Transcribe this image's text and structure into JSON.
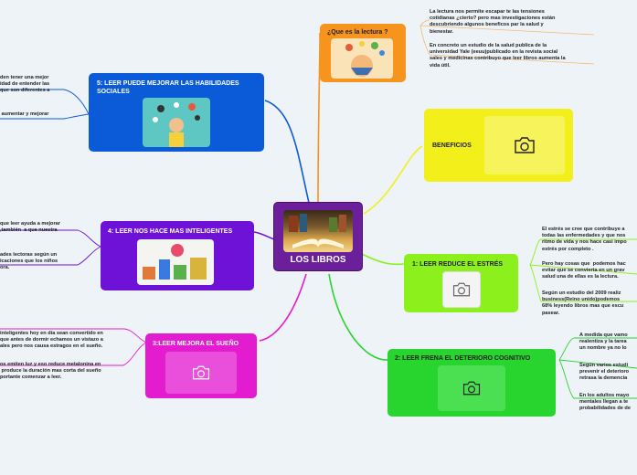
{
  "center": {
    "title": "LOS LIBROS",
    "color": "#6c1f9b"
  },
  "branches": {
    "que_es": {
      "title": "¿Que es la lectura ?",
      "color": "#f7941d",
      "leaves": [
        "La lectura nos permite escapar te las tensiones\ncotidianas ¿cierto? pero mas investigaciones están\ndescubriendo algunos beneficos par la salud y\nbienestar.",
        "En concreto un estudio de la salud publica de la\nuniversidad Yale (eeuu)publicado en la revista social\nsales y medicinas contribuyo que leer libros aumenta la\nvida útil."
      ]
    },
    "beneficios": {
      "title": "BENEFICIOS",
      "color": "#f2ef1a"
    },
    "estres": {
      "title": "1: LEER REDUCE EL ESTRÉS",
      "color": "#8cf01c",
      "leaves": [
        "El estrés se cree que contribuye a\ntodas las enfermedades y que nos\nritmo de vida y nos hace casi impo\nestrés por completo .",
        "Pero hay cosas que  podemos hac\nevitar que se convierta en un grav\nsalud una de ellas es la lectura.",
        "Según un estudio del 2009 realiz\nbusiness(Reino unido)podemos\n68% leyendo libros mas que escu\npasear."
      ]
    },
    "cognitivo": {
      "title": "2: LEER FRENA EL DETERIORO COGNITIVO",
      "color": "#28d42e",
      "leaves": [
        "A medida que vamo\nrealentiza y la tarea\nun nombre ya no lo",
        "Según varios estudi\nprevenir el deterioro\nretrasa la demencia",
        "En los adultos mayo\nmentales llegan a te\nprobabilidades de de"
      ]
    },
    "sueno": {
      "title": "3:LEER  MEJORA EL SUEÑO",
      "color": "#e31ccf",
      "leaves": [
        "inteligentes hoy en día sean convertido en\nque antes de dormir echamos un vistazo a\nales pero nos causa estragos en el sueño.",
        "os emiten luz y eso reduce metalonina en\n produce la duración mas corta del sueño\nportante comenzar a leer."
      ]
    },
    "inteligentes": {
      "title": "4: LEER NOS HACE MAS INTELIGENTES",
      "color": "#6d12d6",
      "leaves": [
        "que leer ayuda a mejorar\n,también  a que nuestra",
        "ades lectoras según un\nicaciones que los niños\nora."
      ]
    },
    "sociales": {
      "title": "5: LEER PUEDE MEJORAR LAS HABILIDADES\nSOCIALES",
      "color": "#0b5bd9",
      "leaves": [
        "den tener una mejor\nidad de entender las\nque son diferentes a",
        " aumentar y mejorar"
      ]
    }
  }
}
